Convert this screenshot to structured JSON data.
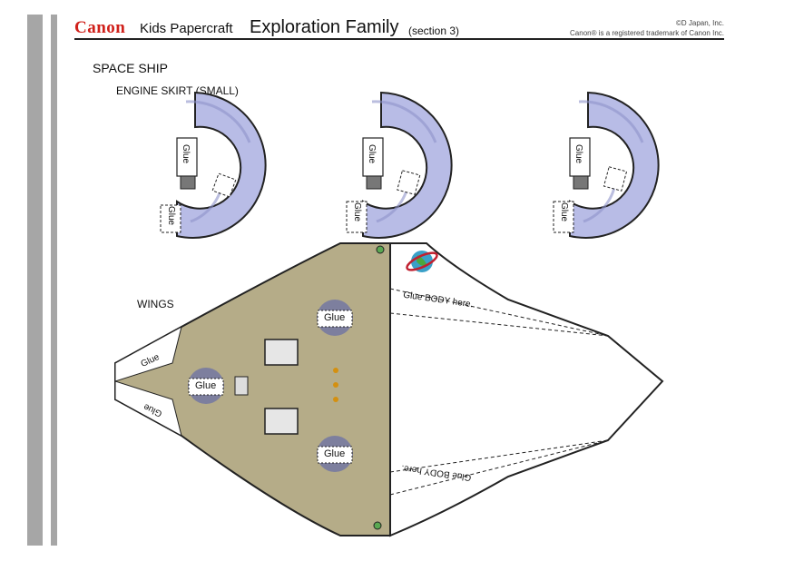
{
  "header": {
    "brand": "Canon",
    "subtitle": "Kids Papercraft",
    "title": "Exploration Family",
    "section": "(section 3)",
    "copyright_line1": "©D Japan, Inc.",
    "copyright_line2": "Canon® is a registered trademark of Canon Inc."
  },
  "sheet": {
    "heading": "SPACE SHIP",
    "engine_label": "ENGINE SKIRT (SMALL)",
    "wings_label": "WINGS",
    "glue": "Glue",
    "glue_body_top": "Glue BODY here.",
    "glue_body_bottom": "Glue BODY here."
  },
  "colors": {
    "brand_red": "#d0201a",
    "skirt_blue": "#b8bce6",
    "wing_khaki": "#b5ac88",
    "side_bar": "#a6a6a6"
  }
}
